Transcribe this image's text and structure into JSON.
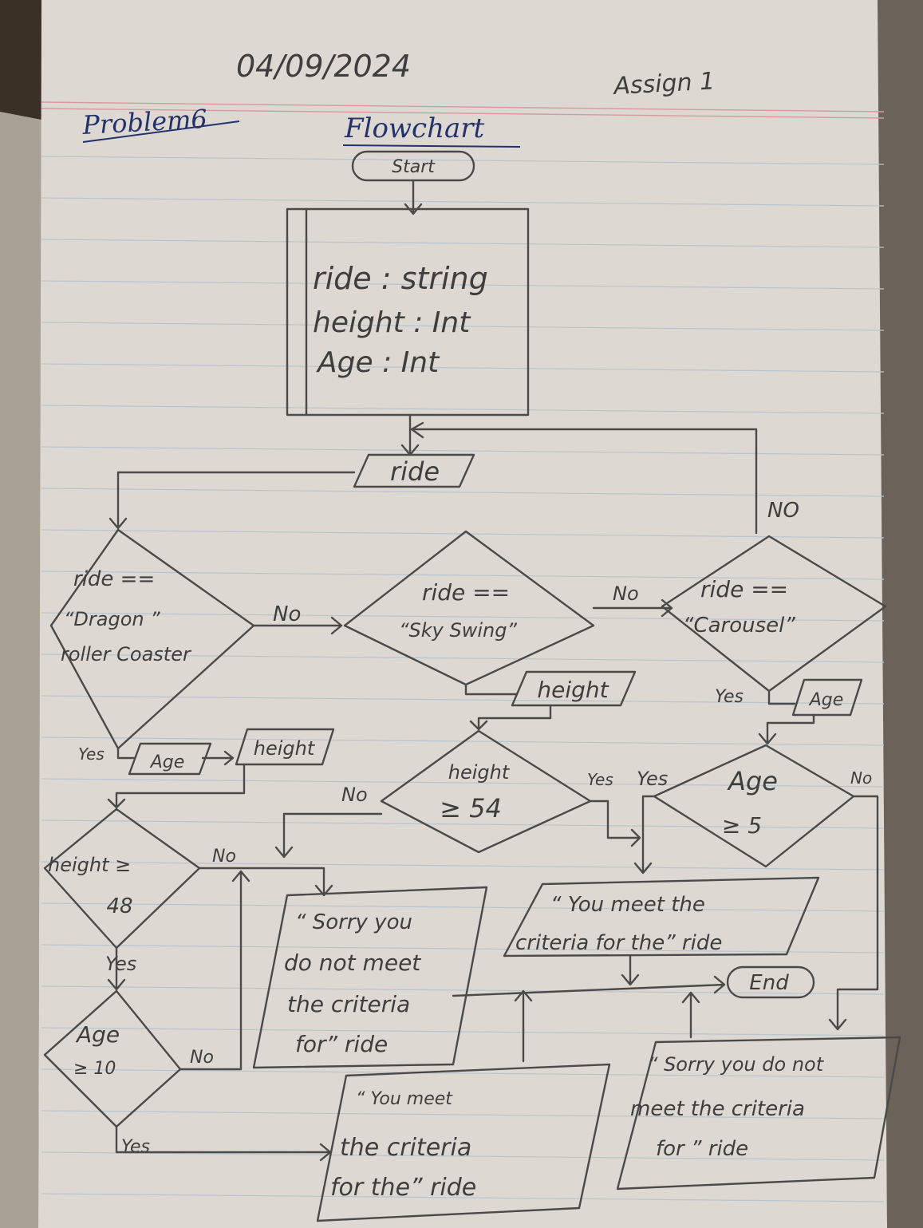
{
  "header": {
    "date": "04/09/2024",
    "assignment": "Assign 1",
    "problem": "Problem6",
    "title": "Flowchart"
  },
  "terminals": {
    "start": "Start",
    "end": "End"
  },
  "declarations": [
    "ride : string",
    "height : Int",
    "Age : Int"
  ],
  "io": {
    "input_ride": "ride",
    "input_height_sky": "height",
    "input_age_carousel": "Age",
    "input_age_dragon": "Age",
    "input_height_dragon": "height"
  },
  "decisions": {
    "dragon": [
      "ride ==",
      "“Dragon ”",
      "roller Coaster"
    ],
    "sky": [
      "ride ==",
      "“Sky Swing”"
    ],
    "carousel": [
      "ride ==",
      "“Carousel”"
    ],
    "height54": [
      "height",
      "≥ 54"
    ],
    "age5": [
      "Age",
      "≥ 5"
    ],
    "height48": [
      "height ≥",
      "48"
    ],
    "age10": [
      "Age",
      "≥ 10"
    ]
  },
  "outputs": {
    "sorry_left": [
      "“ Sorry you",
      "do not meet",
      "the criteria",
      "for” ride"
    ],
    "meet_center": [
      "“ You meet the",
      "criteria for the” ride"
    ],
    "meet_bottom": [
      "“ You meet",
      "the criteria",
      "for the” ride"
    ],
    "sorry_right": [
      "“ Sorry you do not",
      "meet the criteria",
      "for ” ride"
    ]
  },
  "labels": {
    "no": "No",
    "no_caps": "NO",
    "yes": "Yes",
    "yes_scribble": "Yes"
  }
}
